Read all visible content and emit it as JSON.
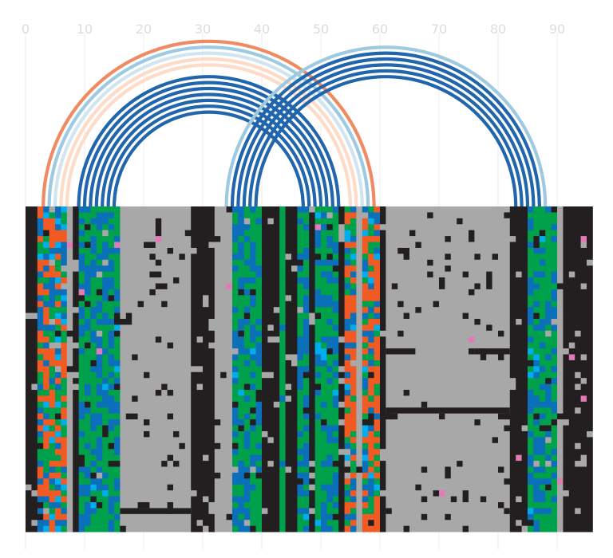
{
  "chart_data": {
    "type": "heatmap",
    "title": "",
    "xlabel": "",
    "ylabel": "",
    "x_ticks": [
      0,
      10,
      20,
      30,
      40,
      50,
      60,
      70,
      80,
      90
    ],
    "xlim": [
      0,
      96
    ],
    "grid": true,
    "legend": "none",
    "n_rows": 55,
    "colors": {
      "black": "#231f20",
      "grey": "#a8a8a8",
      "green": "#00a14b",
      "blue": "#0b6fba",
      "orange": "#f15a22",
      "cyan": "#00aeef",
      "pink": "#e07bb6",
      "arc_dark_blue": "#2166ac",
      "arc_light_blue": "#9ecae1",
      "arc_orange": "#ef8a62",
      "arc_light_orange": "#fddbc7",
      "arc_pale_blue": "#d1e5f0",
      "grid": "#ececec"
    },
    "column_bands": [
      {
        "start": 0,
        "end": 2,
        "pattern": "black"
      },
      {
        "start": 2,
        "end": 7,
        "pattern": "orange_green_blue"
      },
      {
        "start": 7,
        "end": 8,
        "pattern": "grey"
      },
      {
        "start": 8,
        "end": 9,
        "pattern": "black"
      },
      {
        "start": 9,
        "end": 16,
        "pattern": "green_blue"
      },
      {
        "start": 16,
        "end": 28,
        "pattern": "grey"
      },
      {
        "start": 28,
        "end": 32,
        "pattern": "black"
      },
      {
        "start": 32,
        "end": 35,
        "pattern": "grey"
      },
      {
        "start": 35,
        "end": 40,
        "pattern": "green_blue"
      },
      {
        "start": 40,
        "end": 43,
        "pattern": "black"
      },
      {
        "start": 43,
        "end": 44,
        "pattern": "green"
      },
      {
        "start": 44,
        "end": 46,
        "pattern": "black"
      },
      {
        "start": 46,
        "end": 48,
        "pattern": "green_blue"
      },
      {
        "start": 48,
        "end": 49,
        "pattern": "black"
      },
      {
        "start": 49,
        "end": 53,
        "pattern": "green_blue"
      },
      {
        "start": 53,
        "end": 54,
        "pattern": "black"
      },
      {
        "start": 54,
        "end": 56,
        "pattern": "orange_green_blue"
      },
      {
        "start": 56,
        "end": 57,
        "pattern": "grey"
      },
      {
        "start": 57,
        "end": 60,
        "pattern": "orange_green_blue"
      },
      {
        "start": 60,
        "end": 61,
        "pattern": "black"
      },
      {
        "start": 61,
        "end": 82,
        "pattern": "grey"
      },
      {
        "start": 82,
        "end": 85,
        "pattern": "black"
      },
      {
        "start": 85,
        "end": 90,
        "pattern": "green_blue"
      },
      {
        "start": 90,
        "end": 91,
        "pattern": "grey"
      },
      {
        "start": 91,
        "end": 96,
        "pattern": "black"
      }
    ],
    "arc_groups": [
      {
        "center": 31,
        "radius": 28,
        "color": "arc_orange"
      },
      {
        "center": 31,
        "radius": 27,
        "color": "arc_light_blue"
      },
      {
        "center": 31,
        "radius": 26,
        "color": "arc_pale_blue"
      },
      {
        "center": 31,
        "radius": 25,
        "color": "arc_light_orange"
      },
      {
        "center": 31,
        "radius": 24,
        "color": "arc_light_orange"
      },
      {
        "center": 31,
        "radius": 22,
        "color": "arc_dark_blue"
      },
      {
        "center": 31,
        "radius": 21,
        "color": "arc_dark_blue"
      },
      {
        "center": 31,
        "radius": 20,
        "color": "arc_dark_blue"
      },
      {
        "center": 31,
        "radius": 19,
        "color": "arc_dark_blue"
      },
      {
        "center": 31,
        "radius": 18,
        "color": "arc_dark_blue"
      },
      {
        "center": 31,
        "radius": 17,
        "color": "arc_dark_blue"
      },
      {
        "center": 31,
        "radius": 16,
        "color": "arc_dark_blue"
      },
      {
        "center": 61,
        "radius": 27,
        "color": "arc_light_blue"
      },
      {
        "center": 61,
        "radius": 26,
        "color": "arc_dark_blue"
      },
      {
        "center": 61,
        "radius": 25,
        "color": "arc_dark_blue"
      },
      {
        "center": 61,
        "radius": 24,
        "color": "arc_dark_blue"
      },
      {
        "center": 61,
        "radius": 23,
        "color": "arc_dark_blue"
      },
      {
        "center": 61,
        "radius": 22,
        "color": "arc_dark_blue"
      }
    ]
  }
}
